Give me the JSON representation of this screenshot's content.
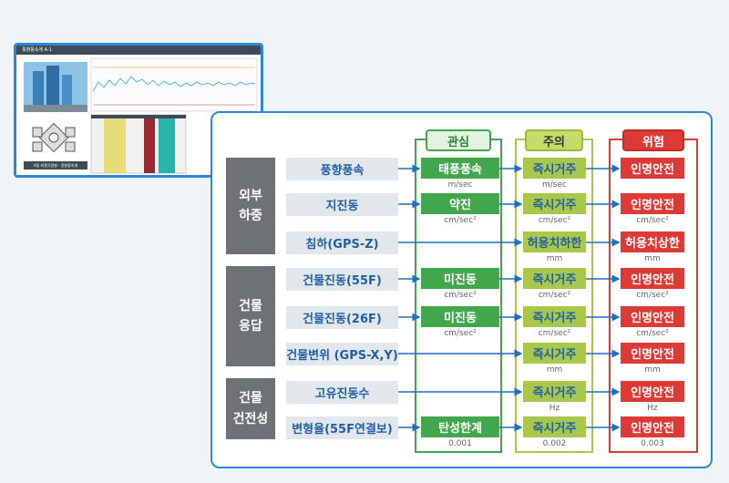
{
  "thumbnail": {
    "title": "풍향풍속계 A-1",
    "caption": "A동 외팔각풍향 · 풍향풍속계"
  },
  "columns": [
    {
      "label": "관심",
      "color": "#41a64c"
    },
    {
      "label": "주의",
      "color": "#a9c74a"
    },
    {
      "label": "위험",
      "color": "#dc3a36"
    }
  ],
  "groups": [
    {
      "lines": [
        "외부",
        "하중"
      ]
    },
    {
      "lines": [
        "건물",
        "응답"
      ]
    },
    {
      "lines": [
        "건물",
        "건전성"
      ]
    }
  ],
  "rows": [
    {
      "item": "풍향풍속",
      "g": "태풍풍속",
      "g_unit": "m/sec",
      "y": "즉시거주",
      "y_unit": "m/sec",
      "r": "인명안전",
      "r_unit": ""
    },
    {
      "item": "지진동",
      "g": "약진",
      "g_unit": "cm/sec²",
      "y": "즉시거주",
      "y_unit": "cm/sec²",
      "r": "인명안전",
      "r_unit": "cm/sec²"
    },
    {
      "item": "침하(GPS-Z)",
      "g": "",
      "g_unit": "",
      "y": "허용치하한",
      "y_unit": "mm",
      "r": "허용치상한",
      "r_unit": "mm"
    },
    {
      "item": "건물진동(55F)",
      "g": "미진동",
      "g_unit": "cm/sec²",
      "y": "즉시거주",
      "y_unit": "cm/sec²",
      "r": "인명안전",
      "r_unit": "cm/sec²"
    },
    {
      "item": "건물진동(26F)",
      "g": "미진동",
      "g_unit": "cm/sec²",
      "y": "즉시거주",
      "y_unit": "cm/sec²",
      "r": "인명안전",
      "r_unit": "cm/sec²"
    },
    {
      "item": "건물변위 (GPS-X,Y)",
      "g": "",
      "g_unit": "",
      "y": "즉시거주",
      "y_unit": "mm",
      "r": "인명안전",
      "r_unit": "mm"
    },
    {
      "item": "고유진동수",
      "g": "",
      "g_unit": "",
      "y": "즉시거주",
      "y_unit": "Hz",
      "r": "인명안전",
      "r_unit": "Hz"
    },
    {
      "item": "변형율(55F연결보)",
      "g": "탄성한계",
      "g_unit": "0.001",
      "y": "즉시거주",
      "y_unit": "0.002",
      "r": "인명안전",
      "r_unit": "0.003"
    }
  ],
  "colors": {
    "frame": "#2e86d6",
    "arrow": "#1f6fc0",
    "group": "#6e7275"
  }
}
